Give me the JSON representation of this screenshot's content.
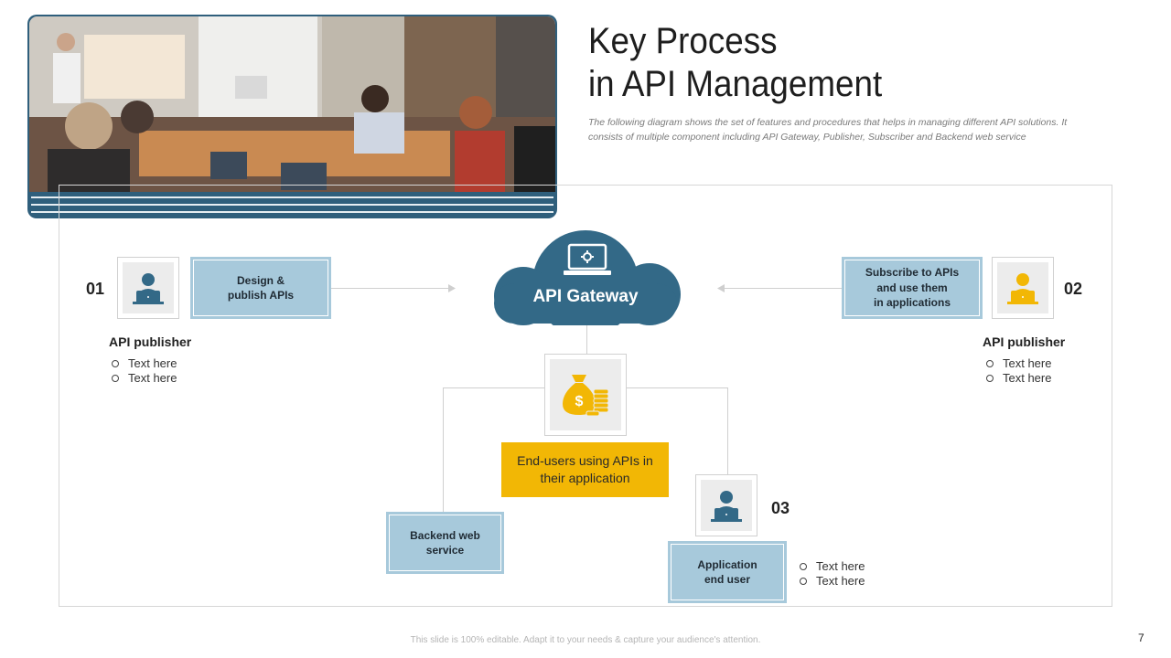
{
  "header": {
    "title_line1": "Key Process",
    "title_line2": "in API Management",
    "subtitle": "The following  diagram shows the set of features and procedures that helps in managing different API solutions. It consists of multiple component including API Gateway, Publisher, Subscriber and Backend web service"
  },
  "diagram": {
    "gateway": {
      "label": "API Gateway",
      "icon": "laptop-gear-icon"
    },
    "step1": {
      "number": "01",
      "box_line1": "Design &",
      "box_line2": "publish APIs",
      "role": "API publisher",
      "bullets": [
        "Text here",
        "Text here"
      ],
      "icon": "user-laptop-icon"
    },
    "step2": {
      "number": "02",
      "box_line1": "Subscribe to APIs",
      "box_line2": "and use them",
      "box_line3": "in applications",
      "role": "API publisher",
      "bullets": [
        "Text here",
        "Text here"
      ],
      "icon": "user-laptop-icon"
    },
    "step3": {
      "number": "03",
      "box_line1": "Application",
      "box_line2": "end user",
      "bullets": [
        "Text here",
        "Text here"
      ],
      "icon": "user-laptop-icon"
    },
    "money": {
      "icon": "money-bag-coins-icon",
      "text_line1": "End-users using APIs in",
      "text_line2": "their application"
    },
    "backend": {
      "line1": "Backend web",
      "line2": "service"
    }
  },
  "footer": {
    "note": "This slide is 100% editable. Adapt it to your needs & capture your audience's attention.",
    "page": "7"
  },
  "colors": {
    "navy": "#2f5f7c",
    "light_blue": "#a7c9db",
    "yellow": "#f2b705",
    "icon_blue": "#2f5f7c"
  }
}
